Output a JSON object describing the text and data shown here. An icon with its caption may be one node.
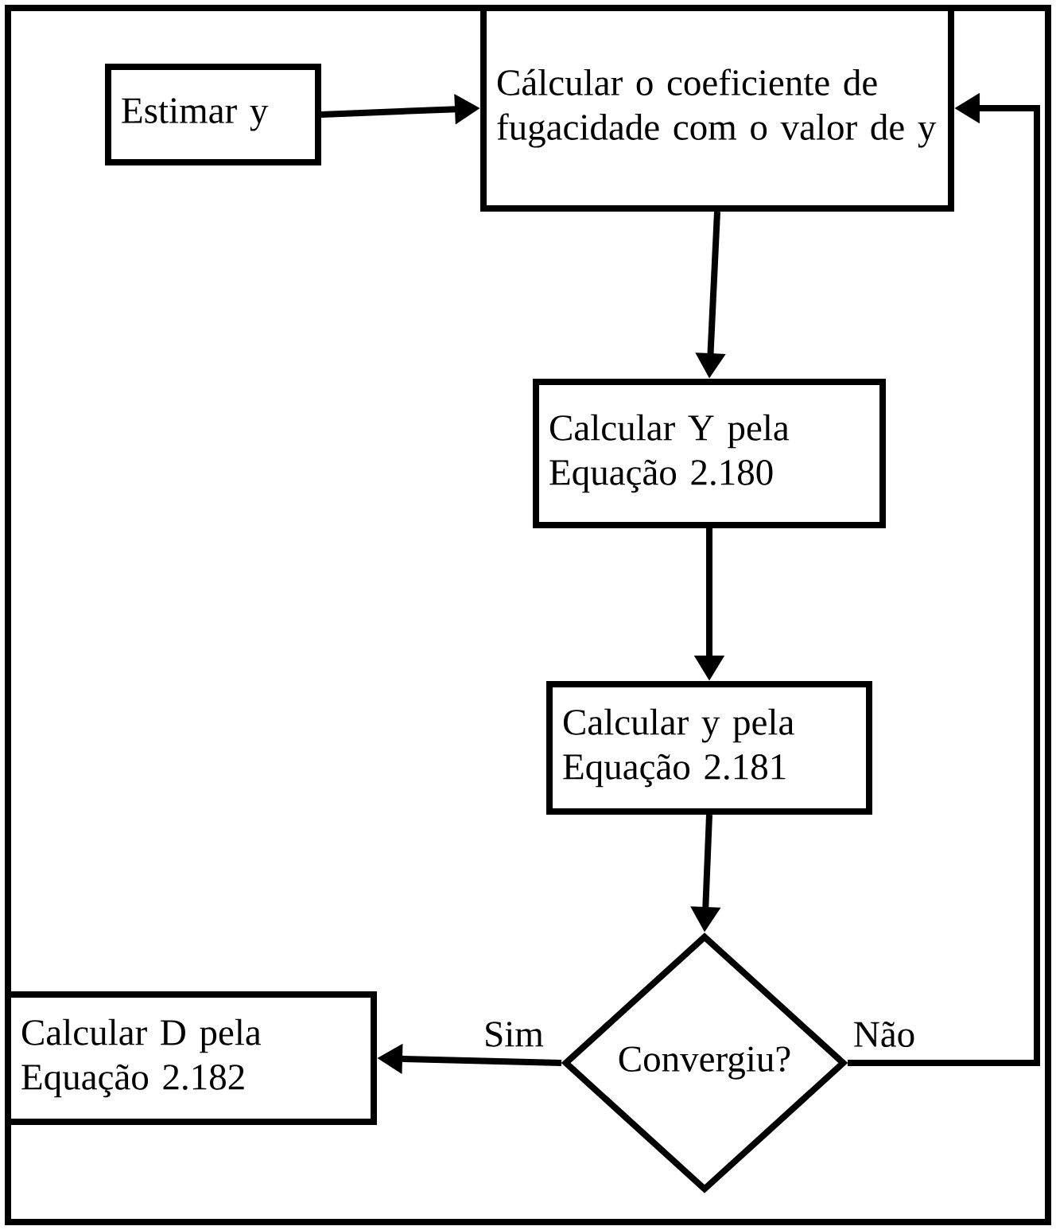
{
  "diagram": {
    "nodes": [
      {
        "text": [
          "Estimar y"
        ]
      },
      {
        "text": [
          "Cálcular o coeficiente de fugacidade com o valor de y"
        ]
      },
      {
        "text": [
          "Calcular Y pela Equação 2.180"
        ]
      },
      {
        "text": [
          "Calcular y pela Equação 2.181"
        ]
      },
      {
        "text": [
          "Convergiu?"
        ]
      },
      {
        "text": [
          "Calcular D pela Equação 2.182"
        ]
      }
    ],
    "edges": [
      {
        "from": 0,
        "to": 1,
        "arrow": "to"
      },
      {
        "from": 1,
        "to": 2,
        "arrow": "to"
      },
      {
        "from": 2,
        "to": 3,
        "arrow": "to"
      },
      {
        "from": 3,
        "to": 4,
        "arrow": "to"
      },
      {
        "from": 4,
        "to": 5,
        "arrow": "to",
        "label": "Sim"
      },
      {
        "from": 4,
        "to": 1,
        "arrow": "to",
        "label": "Não"
      }
    ]
  }
}
